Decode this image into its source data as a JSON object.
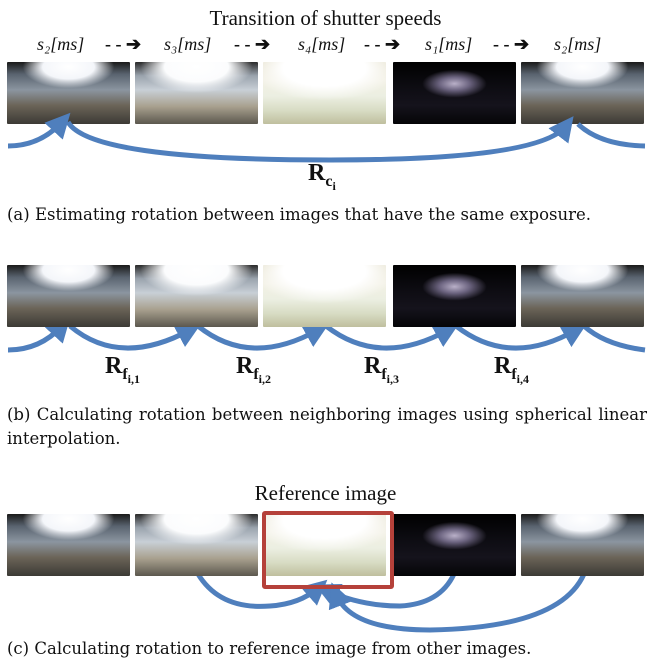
{
  "section_a": {
    "title": "Transition of shutter speeds",
    "sequence": [
      {
        "label": "s₂[ms]"
      },
      {
        "label": "s₃[ms]"
      },
      {
        "label": "s₄[ms]"
      },
      {
        "label": "s₁[ms]"
      },
      {
        "label": "s₂[ms]"
      }
    ],
    "arrow_glyph": "- - ➔",
    "rotation_label": "R",
    "rotation_sub": "c",
    "rotation_subsub": "i",
    "caption": "(a) Estimating rotation between images that have the same exposure."
  },
  "section_b": {
    "rotation_labels": [
      {
        "base": "R",
        "sub": "f",
        "idx": "i,1"
      },
      {
        "base": "R",
        "sub": "f",
        "idx": "i,2"
      },
      {
        "base": "R",
        "sub": "f",
        "idx": "i,3"
      },
      {
        "base": "R",
        "sub": "f",
        "idx": "i,4"
      }
    ],
    "caption": "(b) Calculating rotation between neighboring images using spherical linear interpolation."
  },
  "section_c": {
    "title": "Reference image",
    "caption": "(c) Calculating rotation to reference image from other images."
  },
  "colors": {
    "arrow": "#4f7fbd",
    "reference_frame": "#b5413a"
  },
  "image_brightness": [
    "normal",
    "bright",
    "very-bright",
    "dark",
    "normal"
  ]
}
